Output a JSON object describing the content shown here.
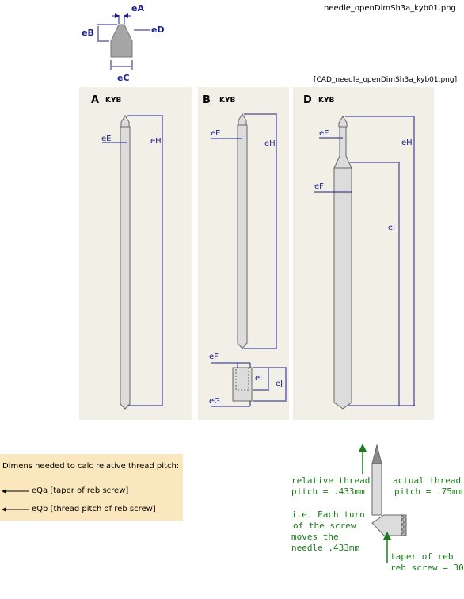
{
  "header": {
    "filename": "needle_openDimSh3a_kyb01.png",
    "cad_filename": "[CAD_needle_openDimSh3a_kyb01.png]"
  },
  "tip_detail": {
    "labels": {
      "eA": "eA",
      "eB": "eB",
      "eC": "eC",
      "eD": "eD"
    }
  },
  "panels": [
    {
      "letter": "A",
      "brand": "KYB",
      "labels": {
        "eE": "eE",
        "eH": "eH"
      }
    },
    {
      "letter": "B",
      "brand": "KYB",
      "labels": {
        "eE": "eE",
        "eH": "eH",
        "eF": "eF",
        "eG": "eG",
        "eI": "eI",
        "eJ": "eJ"
      }
    },
    {
      "letter": "D",
      "brand": "KYB",
      "labels": {
        "eE": "eE",
        "eF": "eF",
        "eH": "eH",
        "eI": "eI"
      }
    }
  ],
  "notes": {
    "title": "Dimens needed to calc relative thread pitch:",
    "items": [
      "eQa [taper of reb screw]",
      "eQb [thread pitch of reb screw]"
    ]
  },
  "thread_diagram": {
    "relative_pitch": [
      "relative thread",
      "pitch = .433mm"
    ],
    "actual_pitch": [
      "actual thread",
      "pitch = .75mm"
    ],
    "explanation": [
      "i.e. Each turn",
      "of the screw",
      "moves the",
      "needle .433mm"
    ],
    "taper": [
      "taper of reb",
      "reb screw = 30"
    ]
  },
  "colors": {
    "panel_bg": "#f2f0e6",
    "notes_bg": "#fbe7bd",
    "dimension_line": "#1c1c8a",
    "annotation_green": "#1c7a1c",
    "needle_fill": "#dcdcdc"
  }
}
